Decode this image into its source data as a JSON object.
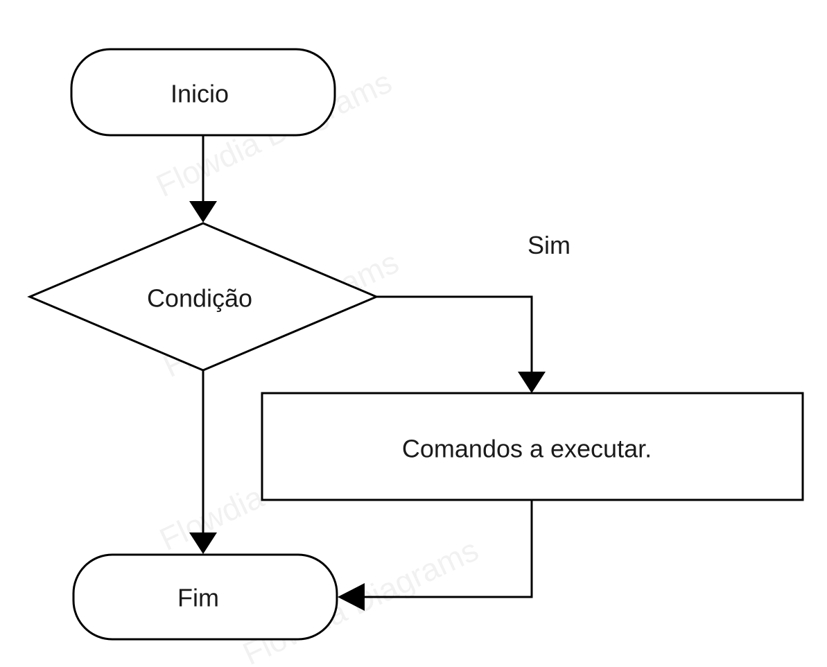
{
  "diagram": {
    "nodes": {
      "start": {
        "shape": "terminator",
        "label": "Inicio"
      },
      "condition": {
        "shape": "decision",
        "label": "Condição"
      },
      "action": {
        "shape": "process",
        "label": "Comandos a executar."
      },
      "end": {
        "shape": "terminator",
        "label": "Fim"
      }
    },
    "edges": [
      {
        "from": "start",
        "to": "condition",
        "label": ""
      },
      {
        "from": "condition",
        "to": "action",
        "label": "Sim"
      },
      {
        "from": "condition",
        "to": "end",
        "label": ""
      },
      {
        "from": "action",
        "to": "end",
        "label": ""
      }
    ],
    "labels": {
      "yes_branch": "Sim"
    },
    "watermark": {
      "text": "Flowdia Diagrams"
    }
  },
  "colors": {
    "background": "#ffffff",
    "stroke": "#000000",
    "text": "#1a1a1a"
  }
}
